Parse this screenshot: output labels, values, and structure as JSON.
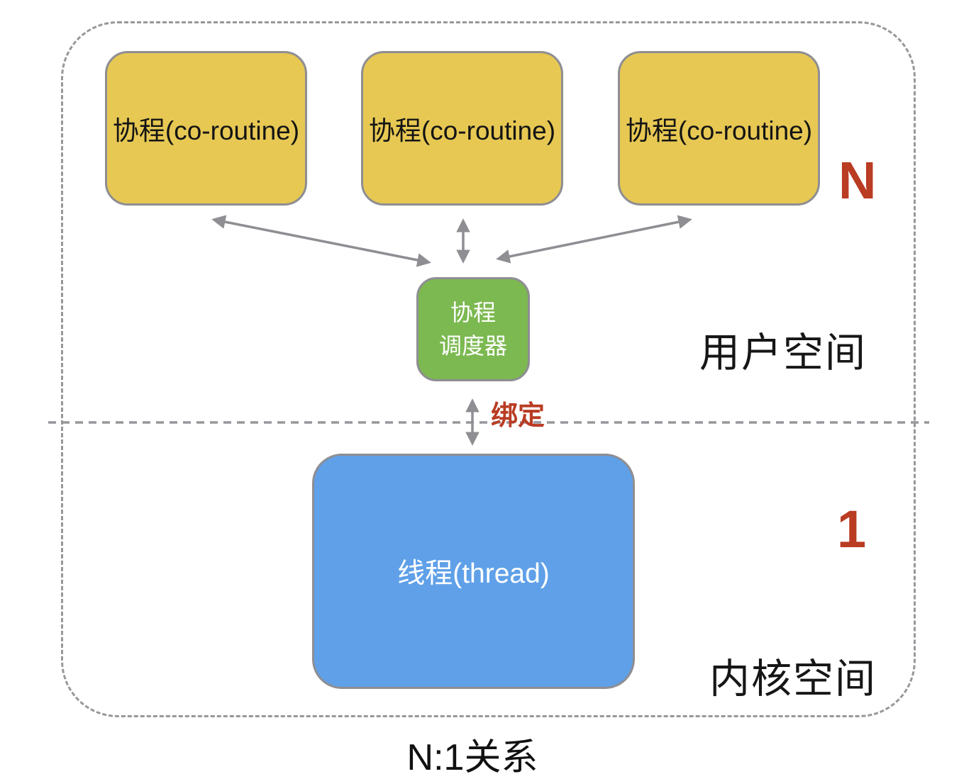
{
  "diagram": {
    "caption": "N:1关系",
    "user_space": {
      "label": "用户空间",
      "multiplicity": "N"
    },
    "kernel_space": {
      "label": "内核空间",
      "multiplicity": "1"
    },
    "coroutine_boxes": [
      {
        "label": "协程(co-routine)"
      },
      {
        "label": "协程(co-routine)"
      },
      {
        "label": "协程(co-routine)"
      }
    ],
    "scheduler_box": {
      "line1": "协程",
      "line2": "调度器"
    },
    "thread_box": {
      "label": "线程(thread)"
    },
    "bind_label": "绑定",
    "colors": {
      "coroutine_fill": "#E7C853",
      "scheduler_fill": "#7CB951",
      "thread_fill": "#5FA0E8",
      "accent_red": "#B93C23",
      "connector_gray": "#8E8E93",
      "dash_border_gray": "#97979C"
    }
  }
}
